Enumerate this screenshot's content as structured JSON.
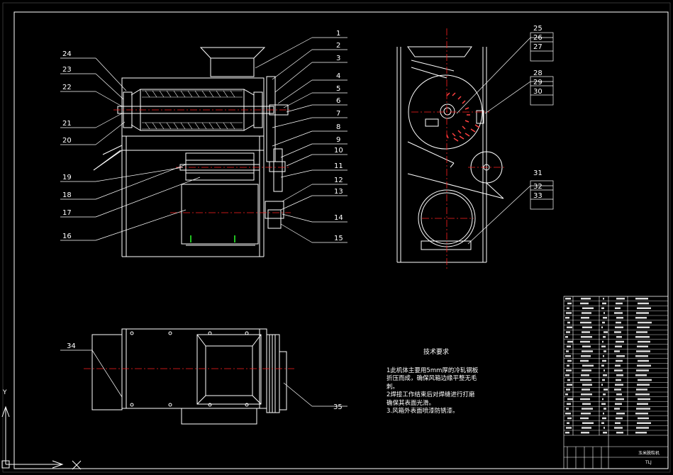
{
  "balloons_top": [
    "1",
    "2",
    "3",
    "4",
    "5",
    "6",
    "7",
    "8",
    "9",
    "10",
    "11",
    "12",
    "13",
    "14",
    "15"
  ],
  "balloons_left": [
    "24",
    "23",
    "22",
    "21",
    "20",
    "19",
    "18",
    "17",
    "16"
  ],
  "balloons_side_a": [
    "25",
    "26",
    "27"
  ],
  "balloons_side_b": [
    "28",
    "29",
    "30"
  ],
  "balloons_side_c": [
    "31",
    "32",
    "33"
  ],
  "balloon_34": "34",
  "balloon_35": "35",
  "tech_requirements": {
    "title": "技术要求",
    "line1": "1此机体主要用5mm厚的冷轧钢板",
    "line2": "折压而成，确保风箱边缘平整无毛",
    "line3": "刺。",
    "line4": "2焊接工作结束后对焊缝进行打磨",
    "line5": "确保其表面光滑。",
    "line6": "3.风箱外表面喷漆防锈漆。"
  },
  "title_block": {
    "name": "玉米脱粒机",
    "code": "TLJ"
  },
  "axis": {
    "y": "Y",
    "x": "X"
  },
  "colors": {
    "line": "#ffffff",
    "center": "#ff2020",
    "hatch": "#ffffff"
  }
}
